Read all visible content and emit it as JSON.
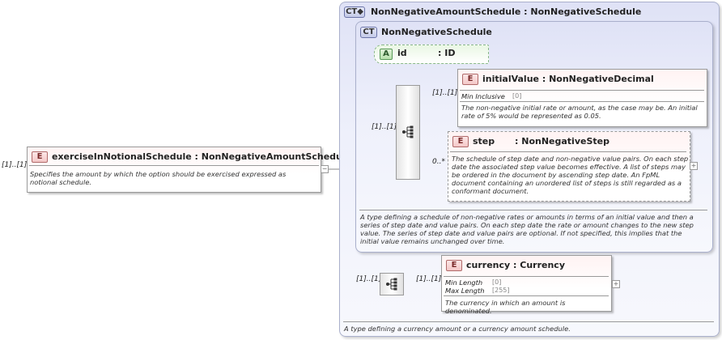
{
  "root": {
    "multiplicity": "[1]..[1]",
    "badge": "E",
    "name": "exerciseInNotionalSchedule",
    "type": "NonNegativeAmountSchedule",
    "doc": "Specifies the amount by which the option should be exercised expressed as notional schedule."
  },
  "outer_type": {
    "badge": "CT",
    "name": "NonNegativeAmountSchedule",
    "base": "NonNegativeSchedule",
    "doc": "A type defining a currency amount or a currency amount schedule."
  },
  "inner_type": {
    "badge": "CT",
    "name": "NonNegativeSchedule",
    "doc": "A type defining a schedule of non-negative rates or amounts in terms of an initial value and then a series of step date and value pairs. On each step date the rate or amount changes to the new step value. The series of step date and value pairs are optional. If not specified, this implies that the initial value remains unchanged over time."
  },
  "attribute_id": {
    "badge": "A",
    "name": "id",
    "type": ": ID"
  },
  "sequence1": {
    "multiplicity": "[1]..[1]"
  },
  "initial_value": {
    "multiplicity": "[1]..[1]",
    "badge": "E",
    "name": "initialValue",
    "type": "NonNegativeDecimal",
    "facets": [
      {
        "label": "Min Inclusive",
        "value": "[0]"
      }
    ],
    "doc": "The non-negative initial rate or amount, as the case may be. An initial rate of 5% would be represented as 0.05."
  },
  "step": {
    "multiplicity": "0..*",
    "badge": "E",
    "name": "step",
    "type": "NonNegativeStep",
    "doc": "The schedule of step date and non-negative value pairs. On each step date the associated step value becomes effective. A list of steps may be ordered in the document by ascending step date. An FpML document containing an unordered list of steps is still regarded as a conformant document."
  },
  "sequence2": {
    "multiplicity": "[1]..[1]"
  },
  "currency": {
    "multiplicity": "[1]..[1]",
    "badge": "E",
    "name": "currency",
    "type": "Currency",
    "facets": [
      {
        "label": "Min Length",
        "value": "[0]"
      },
      {
        "label": "Max Length",
        "value": "[255]"
      }
    ],
    "doc": "The currency in which an amount is denominated."
  }
}
